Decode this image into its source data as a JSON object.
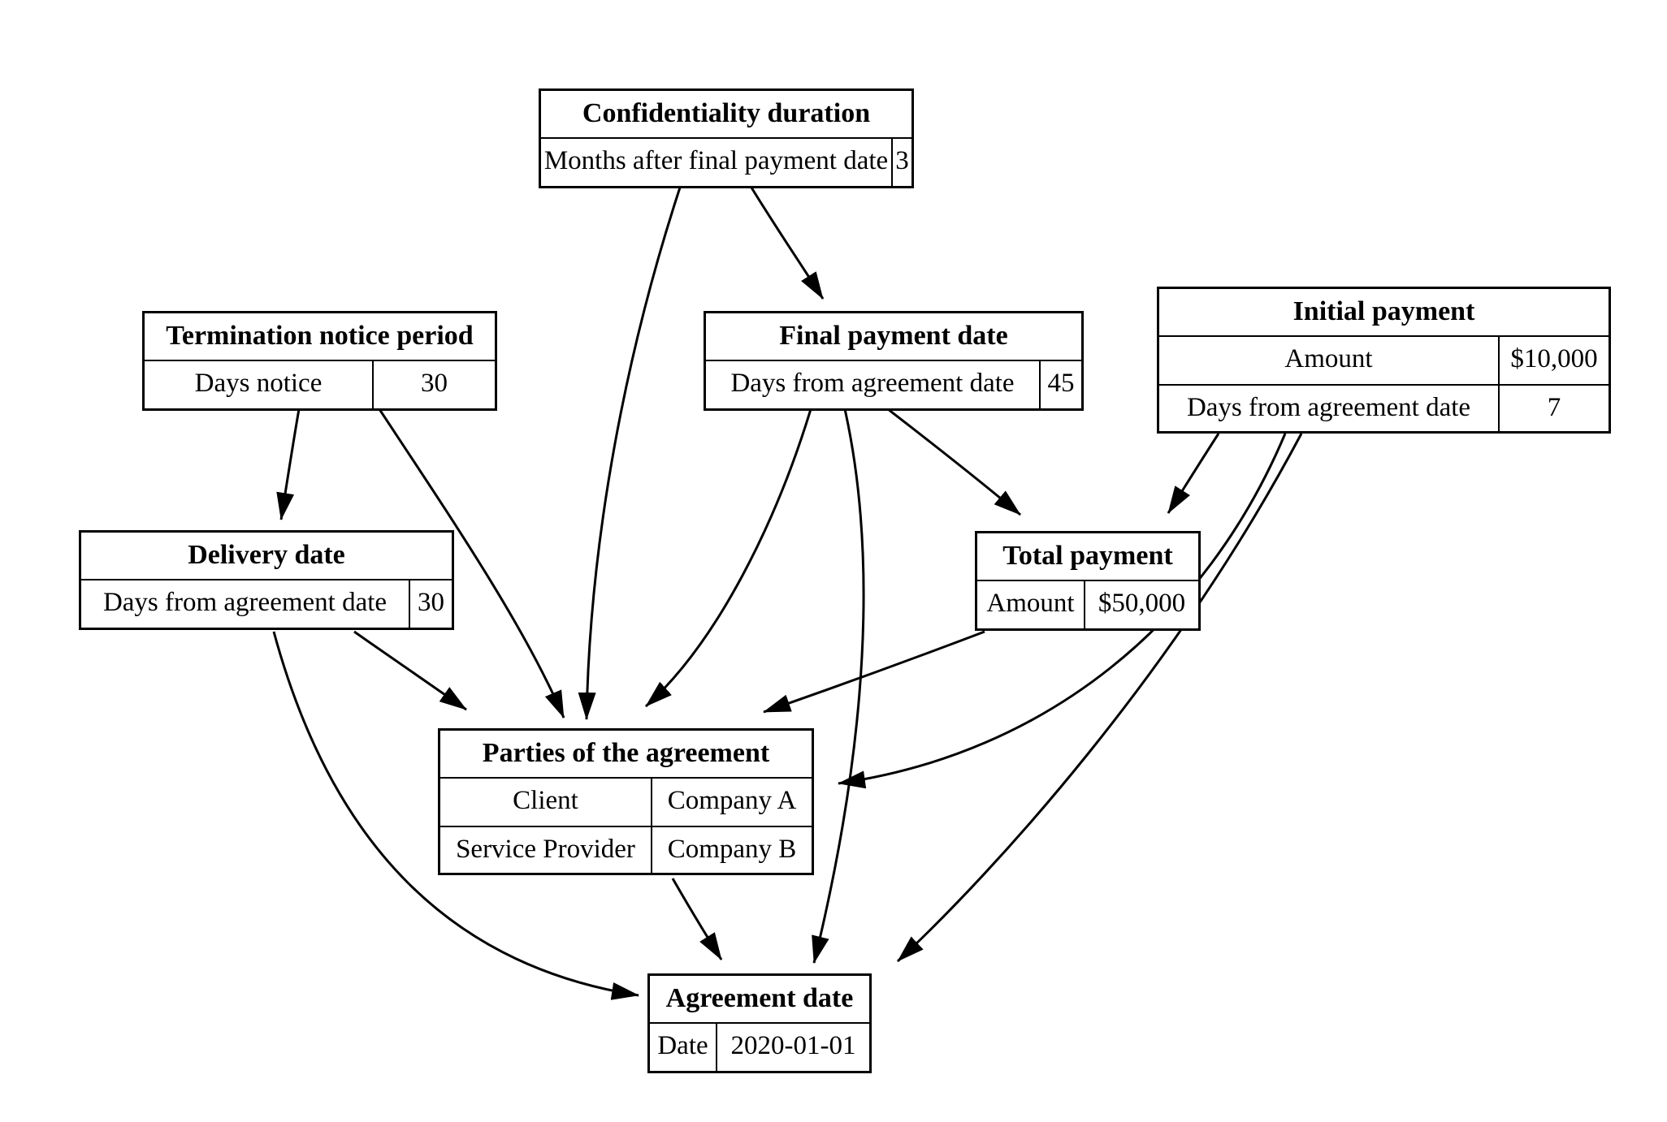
{
  "diagram": {
    "background_color": "#ffffff",
    "line_color": "#000000",
    "text_color": "#000000",
    "nodes": [
      {
        "id": "confidentiality_duration",
        "title": "Confidentiality duration",
        "rows": [
          {
            "label": "Months after final payment date",
            "value": "3"
          }
        ]
      },
      {
        "id": "termination_notice_period",
        "title": "Termination notice period",
        "rows": [
          {
            "label": "Days notice",
            "value": "30"
          }
        ]
      },
      {
        "id": "final_payment_date",
        "title": "Final payment date",
        "rows": [
          {
            "label": "Days from agreement date",
            "value": "45"
          }
        ]
      },
      {
        "id": "initial_payment",
        "title": "Initial payment",
        "rows": [
          {
            "label": "Amount",
            "value": "$10,000"
          },
          {
            "label": "Days from agreement date",
            "value": "7"
          }
        ]
      },
      {
        "id": "delivery_date",
        "title": "Delivery date",
        "rows": [
          {
            "label": "Days from agreement date",
            "value": "30"
          }
        ]
      },
      {
        "id": "total_payment",
        "title": "Total payment",
        "rows": [
          {
            "label": "Amount",
            "value": "$50,000"
          }
        ]
      },
      {
        "id": "parties_of_the_agreement",
        "title": "Parties of the agreement",
        "rows": [
          {
            "label": "Client",
            "value": "Company A"
          },
          {
            "label": "Service Provider",
            "value": "Company B"
          }
        ]
      },
      {
        "id": "agreement_date",
        "title": "Agreement date",
        "rows": [
          {
            "label": "Date",
            "value": "2020-01-01"
          }
        ]
      }
    ],
    "edges": [
      {
        "from": "confidentiality_duration",
        "to": "final_payment_date"
      },
      {
        "from": "confidentiality_duration",
        "to": "parties_of_the_agreement"
      },
      {
        "from": "termination_notice_period",
        "to": "delivery_date"
      },
      {
        "from": "termination_notice_period",
        "to": "parties_of_the_agreement"
      },
      {
        "from": "final_payment_date",
        "to": "total_payment"
      },
      {
        "from": "final_payment_date",
        "to": "parties_of_the_agreement"
      },
      {
        "from": "final_payment_date",
        "to": "agreement_date"
      },
      {
        "from": "initial_payment",
        "to": "total_payment"
      },
      {
        "from": "initial_payment",
        "to": "parties_of_the_agreement"
      },
      {
        "from": "initial_payment",
        "to": "agreement_date"
      },
      {
        "from": "delivery_date",
        "to": "parties_of_the_agreement"
      },
      {
        "from": "delivery_date",
        "to": "agreement_date"
      },
      {
        "from": "total_payment",
        "to": "parties_of_the_agreement"
      },
      {
        "from": "parties_of_the_agreement",
        "to": "agreement_date"
      }
    ]
  }
}
